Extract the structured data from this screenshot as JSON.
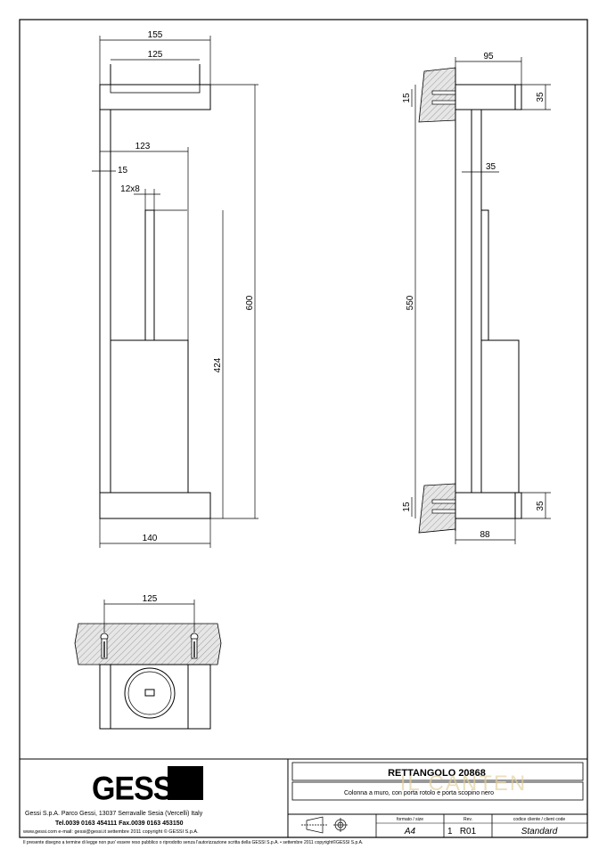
{
  "dims": {
    "front": {
      "w155": "155",
      "w125": "125",
      "w123": "123",
      "t15": "15",
      "rod": "12x8",
      "h600": "600",
      "h424": "424",
      "w140": "140"
    },
    "side": {
      "w95": "95",
      "h35top": "35",
      "h15top": "15",
      "rod35": "35",
      "h550": "550",
      "h15bot": "15",
      "h35bot": "35",
      "w88": "88"
    },
    "plan": {
      "w125": "125"
    }
  },
  "title_block": {
    "logo": "GESSI",
    "company_line": "Gessi S.p.A. Parco Gessi, 13037 Serravalle Sesia (Vercelli) Italy",
    "phone_line": "Tel.0039  0163  454111  Fax.0039  0163  453150",
    "web_line": "www.gessi.com  e-mail: gessi@gessi.it  settembre  2011  copyright © GESSI  S.p.A.",
    "legal": "Il presente disegno a termine di legge non puo' essere reso pubblico o riprodotto senza l'autorizzazione scritta della GESSI S.p.A. • settembre 2011 copyright©GESSI S.p.A.",
    "product_title": "RETTANGOLO 20868",
    "description": "Colonna a muro, con porta rotolo e porta scopino nero",
    "format_label": "formato / size",
    "format_value": "A4",
    "sheet_value": "1",
    "rev_label": "Rev.",
    "rev_value": "R01",
    "code_label": "codice cliente / client code",
    "code_value": "Standard"
  },
  "watermark": "IL CANTEN",
  "colors": {
    "accent_text": "#b08a2a",
    "hatch": "#d9d9d9",
    "line": "#000000"
  }
}
